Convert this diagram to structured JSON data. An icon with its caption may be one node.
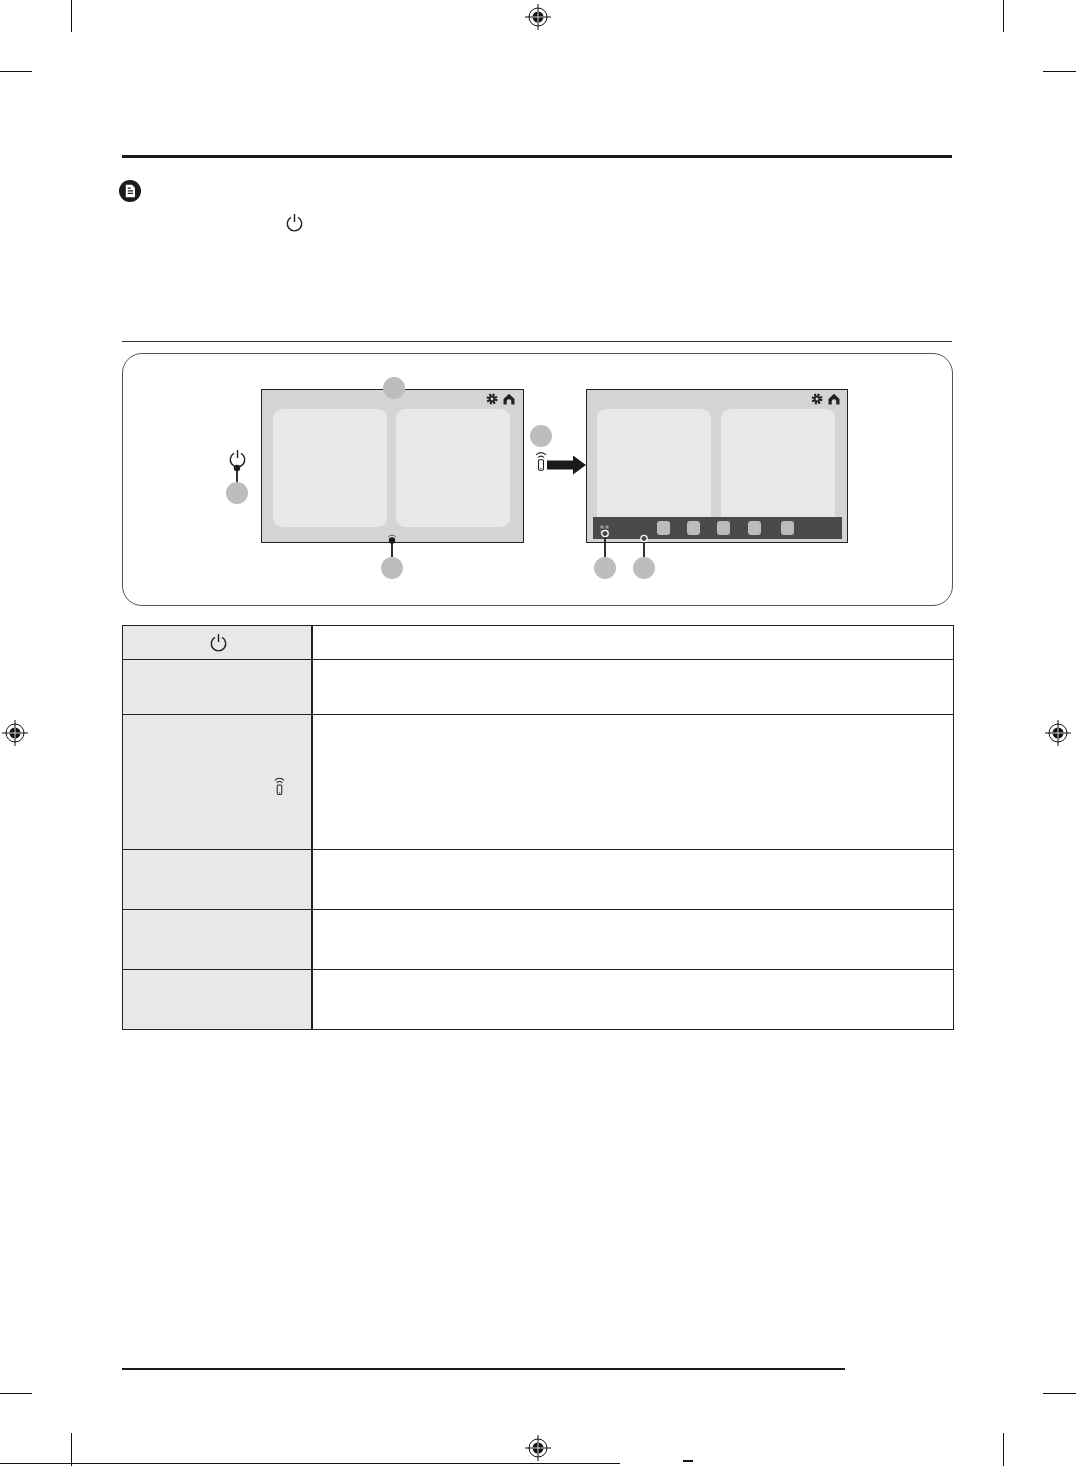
{
  "diagram": {
    "nodes": [
      {
        "text": [],
        "shape": "circle"
      },
      {
        "text": [],
        "shape": "box"
      },
      {
        "text": [],
        "shape": "box"
      },
      {
        "text": [],
        "shape": "circle"
      },
      {
        "text": [],
        "shape": "picture"
      },
      {
        "text": [],
        "shape": "picture"
      },
      {
        "text": [],
        "shape": "circle"
      },
      {
        "text": [],
        "shape": "bar",
        "in": 2
      },
      {
        "text": [],
        "shape": "picture",
        "in": 7
      },
      {
        "text": [],
        "shape": "picture",
        "in": 1
      },
      {
        "text": [],
        "shape": "circle"
      },
      {
        "text": [],
        "shape": "circle"
      },
      {
        "text": [],
        "shape": "circle"
      }
    ],
    "edges": [
      {
        "from": 5,
        "to": 2,
        "arrow": "to",
        "style": "thick"
      },
      {
        "from": 6,
        "to": 4,
        "arrow": "other"
      },
      {
        "from": 10,
        "to": 9,
        "arrow": "other"
      },
      {
        "from": 11,
        "to": 8,
        "arrow": "other"
      },
      {
        "from": 12,
        "to": 7,
        "arrow": "other"
      }
    ]
  }
}
